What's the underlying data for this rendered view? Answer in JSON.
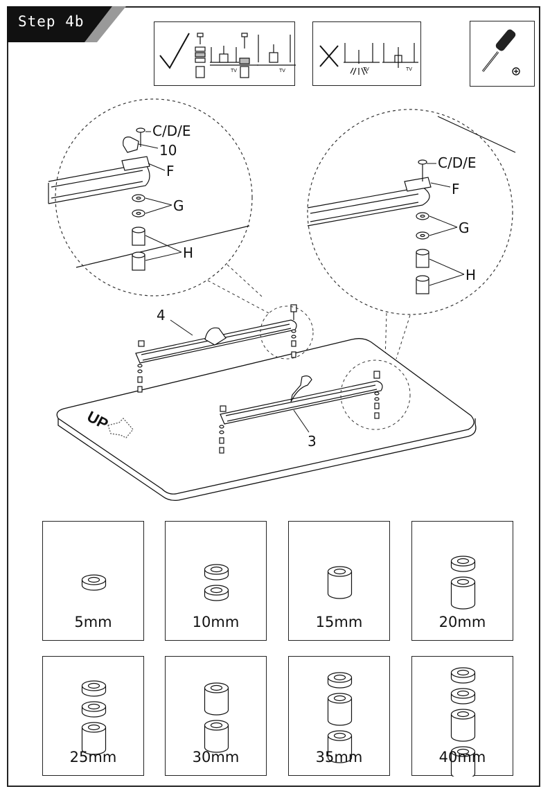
{
  "step": {
    "label": "Step 4b"
  },
  "top_panels": {
    "correct_tv_label_1": "TV",
    "correct_tv_label_2": "TV",
    "wrong_tv_label_1": "TV",
    "wrong_tv_label_2": "TV",
    "icons": {
      "correct": "check-mark-icon",
      "wrong": "cross-mark-icon",
      "tool": "screwdriver-icon",
      "tool_tip": "phillips-head-icon"
    }
  },
  "callouts": {
    "left": {
      "screws": "C/D/E",
      "clip": "10",
      "bracket": "F",
      "washers": "G",
      "spacers": "H"
    },
    "right": {
      "screws": "C/D/E",
      "bracket": "F",
      "washers": "G",
      "spacers": "H"
    }
  },
  "board": {
    "up_label": "UP",
    "arm_top": "4",
    "arm_bottom": "3"
  },
  "spacer_options": [
    {
      "label": "5mm",
      "parts": [
        "washer"
      ]
    },
    {
      "label": "10mm",
      "parts": [
        "washer",
        "washer"
      ]
    },
    {
      "label": "15mm",
      "parts": [
        "spacer"
      ]
    },
    {
      "label": "20mm",
      "parts": [
        "washer",
        "spacer"
      ]
    },
    {
      "label": "25mm",
      "parts": [
        "washer",
        "washer",
        "spacer"
      ]
    },
    {
      "label": "30mm",
      "parts": [
        "spacer",
        "spacer"
      ]
    },
    {
      "label": "35mm",
      "parts": [
        "washer",
        "spacer",
        "spacer"
      ]
    },
    {
      "label": "40mm",
      "parts": [
        "washer",
        "washer",
        "spacer",
        "spacer"
      ]
    }
  ]
}
